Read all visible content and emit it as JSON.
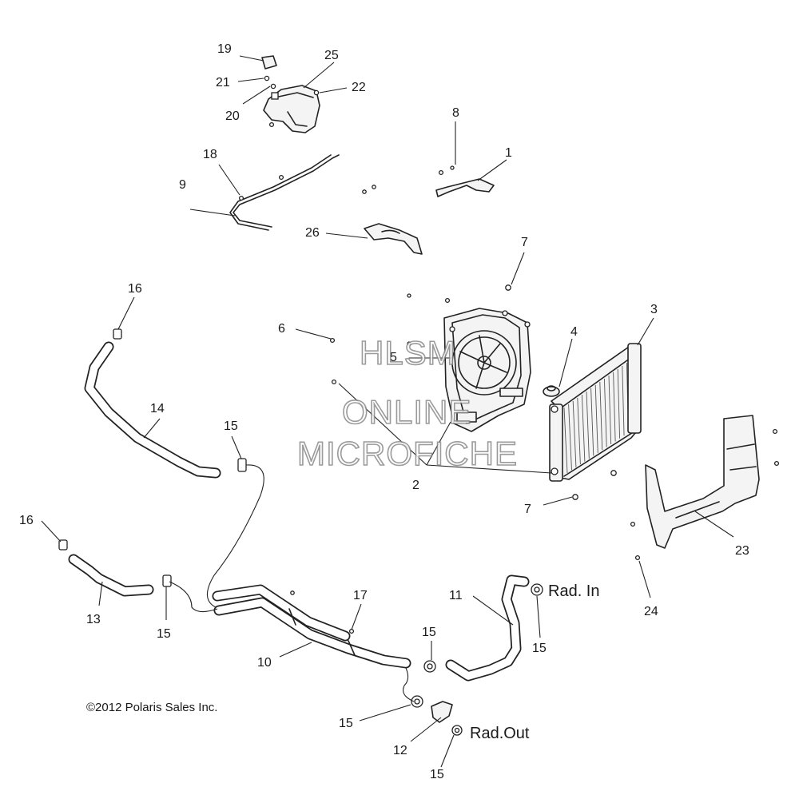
{
  "callouts": {
    "c1": "1",
    "c2": "2",
    "c3": "3",
    "c4": "4",
    "c5": "5",
    "c6": "6",
    "c7a": "7",
    "c7b": "7",
    "c8": "8",
    "c9": "9",
    "c10": "10",
    "c11": "11",
    "c12": "12",
    "c13": "13",
    "c14": "14",
    "c15a": "15",
    "c15b": "15",
    "c15c": "15",
    "c15d": "15",
    "c15e": "15",
    "c15f": "15",
    "c16a": "16",
    "c16b": "16",
    "c17": "17",
    "c18": "18",
    "c19": "19",
    "c20": "20",
    "c21": "21",
    "c22": "22",
    "c23": "23",
    "c24": "24",
    "c25": "25",
    "c26": "26"
  },
  "labels": {
    "rad_in": "Rad. In",
    "rad_out": "Rad.Out"
  },
  "copyright": "©2012 Polaris Sales Inc.",
  "watermark": {
    "line1": "HLSM",
    "line2": "ONLINE",
    "line3": "MICROFICHE"
  }
}
